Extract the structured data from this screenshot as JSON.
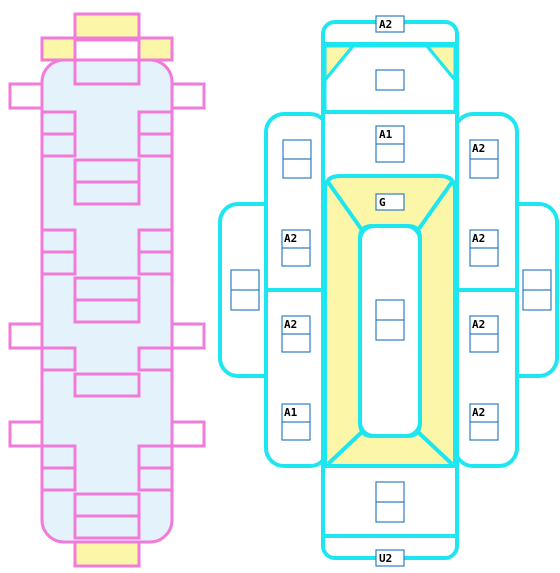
{
  "colors": {
    "pink": "#f27ad9",
    "pink_fill": "#e4f3fb",
    "cyan": "#1ee6f0",
    "yellow": "#fcf7a8",
    "box_stroke": "#2f7fc4",
    "background": "#ffffff"
  },
  "right_diagram": {
    "labels": {
      "top": "A2",
      "top_panel": "A1",
      "center_top": "G",
      "bottom": "U2",
      "left_upper": "A2",
      "left_mid": "A2",
      "left_lower": "A1",
      "right_outer": "A2",
      "right_upper": "A2",
      "right_mid": "A2",
      "right_lower": "A2"
    }
  }
}
